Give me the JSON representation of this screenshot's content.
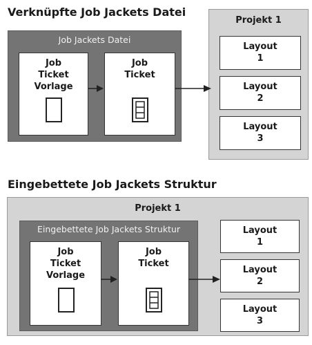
{
  "top": {
    "heading": "Verknüpfte Job Jackets Datei",
    "panel_label": "Job Jackets Datei",
    "template_box": "Job\nTicket\nVorlage",
    "ticket_box": "Job\nTicket",
    "project": {
      "title": "Projekt 1",
      "layouts": [
        "Layout\n1",
        "Layout\n2",
        "Layout\n3"
      ]
    }
  },
  "bottom": {
    "heading": "Eingebettete Job Jackets Struktur",
    "project_title": "Projekt 1",
    "panel_label": "Eingebettete Job Jackets Struktur",
    "template_box": "Job\nTicket\nVorlage",
    "ticket_box": "Job\nTicket",
    "layouts": [
      "Layout\n1",
      "Layout\n2",
      "Layout\n3"
    ]
  },
  "icons": [
    "document-icon",
    "ticket-icon"
  ],
  "colors": {
    "dark_panel": "#747474",
    "light_panel": "#d4d4d4"
  }
}
